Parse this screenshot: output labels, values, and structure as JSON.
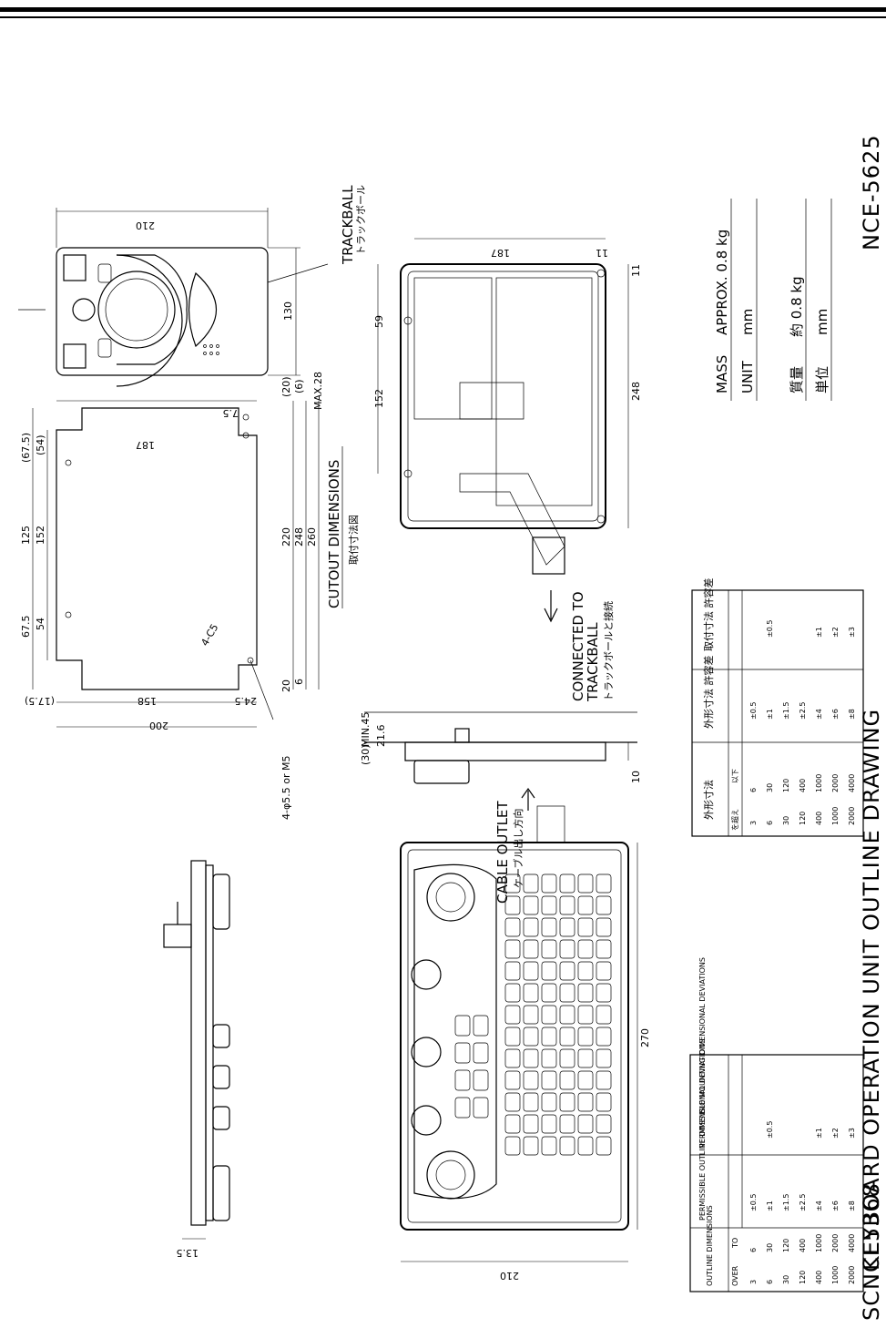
{
  "title_block": {
    "drawing_title": "KEYBOARD OPERATION UNIT OUTLINE DRAWING",
    "model": "NCE-5625",
    "drawing_number": "SCNCE5368"
  },
  "specs": {
    "mass_label": "MASS",
    "mass_value": "APPROX.  0.8  kg",
    "unit_label": "UNIT",
    "unit_value": "mm",
    "mass_label_jp": "質量",
    "mass_value_jp": "約  0.8  kg",
    "unit_label_jp": "単位",
    "unit_value_jp": "mm"
  },
  "labels": {
    "trackball": "TRACKBALL",
    "trackball_jp": "トラックボール",
    "cutout": "CUTOUT DIMENSIONS",
    "cutout_jp": "取付寸法図",
    "connected_1": "CONNECTED  TO",
    "connected_2": "TRACKBALL",
    "connected_jp": "トラックボールと接続",
    "cable_outlet": "CABLE  OUTLET",
    "cable_outlet_jp": "ケーブル出し方向",
    "hole_note": "4-φ5.5  or  M5",
    "corner_radius": "4-C5"
  },
  "dimensions": {
    "tb_width": "210",
    "tb_depth": "130",
    "max_height": "MAX.28",
    "cut_r1": "(67.5)",
    "cut_r2": "(54)",
    "cut_r3": "125",
    "cut_r4": "152",
    "cut_r5": "67.5",
    "cut_r6": "54",
    "cut_b1": "(17.5)",
    "cut_b2": "158",
    "cut_b3": "24.5",
    "cut_b4": "200",
    "cut_w": "187",
    "cut_7_5": "7.5",
    "cut_20p": "(20)",
    "cut_6p": "(6)",
    "cut_220": "220",
    "cut_248": "248",
    "cut_260": "260",
    "cut_20": "20",
    "cut_6": "6",
    "rear_187": "187",
    "rear_11a": "11",
    "rear_11b": "11",
    "rear_59": "59",
    "rear_152": "152",
    "rear_248": "248",
    "side_30": "(30)",
    "side_min45": "MIN.45",
    "side_216": "21.6",
    "side_10": "10",
    "front_270": "270",
    "front_210": "210",
    "kb_side_135": "13.5"
  },
  "tolerance_en": {
    "h_outline": "OUTLINE DIMENSIONS",
    "h_over": "OVER",
    "h_to": "TO",
    "h_outline_dev": "PERMISSIBLE OUTLINE DIMENSIONAL DEVIATIONS",
    "h_mount_dev": "PERMISSIBLE MOUNTING DIMENSIONAL DEVIATIONS",
    "rows": [
      {
        "over": "3",
        "to": "6",
        "outline": "±0.5"
      },
      {
        "over": "6",
        "to": "30",
        "outline": "±1"
      },
      {
        "over": "30",
        "to": "120",
        "outline": "±1.5"
      },
      {
        "over": "120",
        "to": "400",
        "outline": "±2.5"
      },
      {
        "over": "400",
        "to": "1000",
        "outline": "±4"
      },
      {
        "over": "1000",
        "to": "2000",
        "outline": "±6"
      },
      {
        "over": "2000",
        "to": "4000",
        "outline": "±8"
      }
    ],
    "mount": [
      "±0.5",
      "±1",
      "±2",
      "±3"
    ]
  },
  "tolerance_jp": {
    "h_outline": "外形寸法",
    "h_over": "を超え",
    "h_to": "以下",
    "h_outline_dev": "外形寸法 許容差",
    "h_mount_dev": "取付寸法 許容差",
    "rows": [
      {
        "over": "3",
        "to": "6",
        "outline": "±0.5"
      },
      {
        "over": "6",
        "to": "30",
        "outline": "±1"
      },
      {
        "over": "30",
        "to": "120",
        "outline": "±1.5"
      },
      {
        "over": "120",
        "to": "400",
        "outline": "±2.5"
      },
      {
        "over": "400",
        "to": "1000",
        "outline": "±4"
      },
      {
        "over": "1000",
        "to": "2000",
        "outline": "±6"
      },
      {
        "over": "2000",
        "to": "4000",
        "outline": "±8"
      }
    ],
    "mount": [
      "±0.5",
      "±1",
      "±2",
      "±3"
    ]
  }
}
